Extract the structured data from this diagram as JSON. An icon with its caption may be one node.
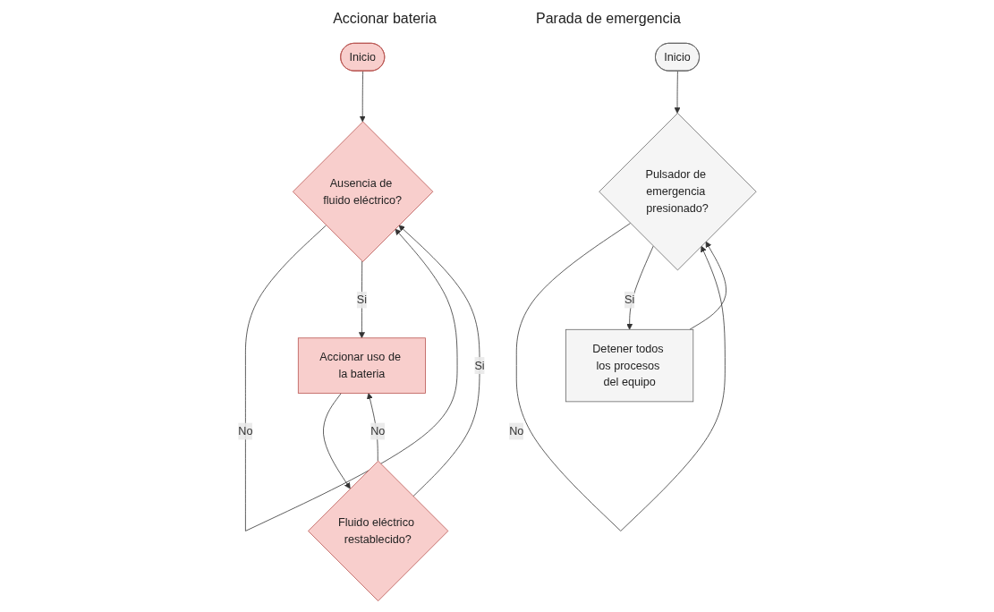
{
  "diagram": {
    "nodes": [
      {
        "text": [
          "Inicio"
        ]
      },
      {
        "text": [
          "Ausencia de fluido eléctrico?"
        ]
      },
      {
        "text": [
          "Accionar uso de la bateria"
        ]
      },
      {
        "text": [
          "Fluido eléctrico restablecido?"
        ]
      },
      {
        "text": [
          "Inicio"
        ]
      },
      {
        "text": [
          "Pulsador de emergencia presionado?"
        ]
      },
      {
        "text": [
          "Detener todos los procesos del equipo"
        ]
      }
    ],
    "edges": [
      {
        "from": 0,
        "to": 1,
        "arrow": "to"
      },
      {
        "from": 1,
        "to": 1,
        "label": "No",
        "arrow": "to"
      },
      {
        "from": 1,
        "to": 2,
        "label": "Si",
        "arrow": "to"
      },
      {
        "from": 2,
        "to": 3,
        "arrow": "to"
      },
      {
        "from": 3,
        "to": 2,
        "label": "No",
        "arrow": "to"
      },
      {
        "from": 3,
        "to": 1,
        "label": "Si",
        "arrow": "to"
      },
      {
        "from": 4,
        "to": 5,
        "arrow": "to"
      },
      {
        "from": 5,
        "to": 5,
        "label": "No",
        "arrow": "to"
      },
      {
        "from": 5,
        "to": 6,
        "label": "Si",
        "arrow": "to"
      },
      {
        "from": 6,
        "to": 5,
        "arrow": "to"
      }
    ],
    "labels": [
      "Accionar bateria",
      "Parada de emergencia"
    ]
  }
}
